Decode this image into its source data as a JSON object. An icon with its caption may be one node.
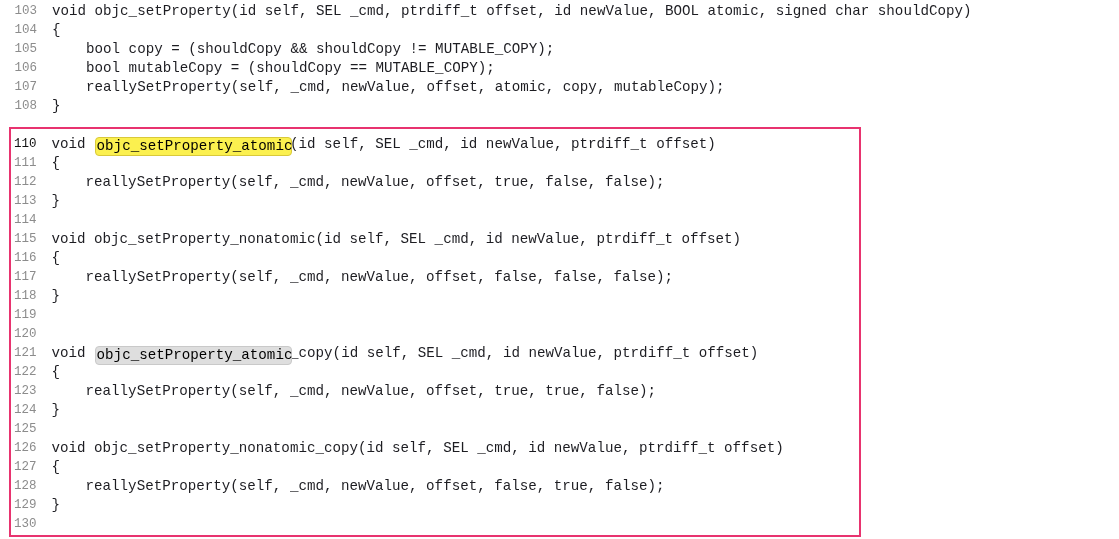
{
  "diagram": {
    "nodes": [
      {
        "text": [
          "110",
          "void",
          "(id self, SEL _cmd, id newValue, ptrdiff_t offset)",
          "111",
          "{",
          "112",
          "    reallySetProperty(self, _cmd, newValue, offset, true, false, false);",
          "113",
          "}",
          "114",
          "115",
          "void objc_setProperty_nonatomic(id self, SEL _cmd, id newValue, ptrdiff_t offset)",
          "116",
          "{",
          "117",
          "    reallySetProperty(self, _cmd, newValue, offset, false, false, false);",
          "118",
          "}",
          "119",
          "120",
          "121",
          "void",
          "_copy(id self, SEL _cmd, id newValue, ptrdiff_t offset)",
          "122",
          "{",
          "123",
          "    reallySetProperty(self, _cmd, newValue, offset, true, true, false);",
          "124",
          "}",
          "125",
          "126",
          "void objc_setProperty_nonatomic_copy(id self, SEL _cmd, id newValue, ptrdiff_t offset)",
          "127",
          "{",
          "128",
          "    reallySetProperty(self, _cmd, newValue, offset, false, true, false);",
          "129",
          "}",
          "130"
        ]
      },
      {
        "text": [
          "objc_setProperty_atomic"
        ],
        "in": 0
      },
      {
        "text": [
          "objc_setProperty_atomic"
        ],
        "in": 0
      }
    ],
    "labels": [
      "103",
      "void objc_setProperty(id self, SEL _cmd, ptrdiff_t offset, id newValue, BOOL atomic, signed char shouldCopy)",
      "104",
      "{",
      "105",
      "    bool copy = (shouldCopy && shouldCopy != MUTABLE_COPY);",
      "106",
      "    bool mutableCopy = (shouldCopy == MUTABLE_COPY);",
      "107",
      "    reallySetProperty(self, _cmd, newValue, offset, atomic, copy, mutableCopy);",
      "108",
      "}"
    ]
  }
}
